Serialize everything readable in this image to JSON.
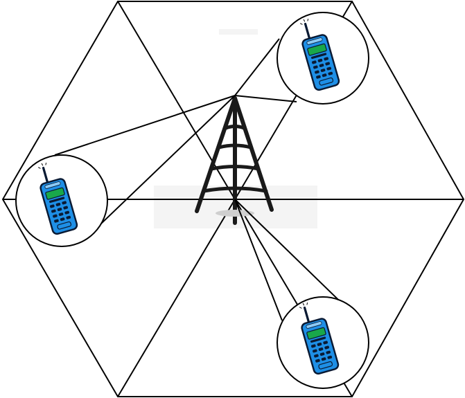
{
  "diagram": {
    "cell_shape": "hexagon",
    "sectors": 6,
    "tower_icon": "cell-tower-icon",
    "phone_icon": "mobile-phone-icon",
    "phones": [
      {
        "id": "top-right"
      },
      {
        "id": "left"
      },
      {
        "id": "bottom-right"
      }
    ],
    "colors": {
      "outline": "#000000",
      "background": "#ffffff",
      "phone_body": "#1e8fe6",
      "phone_screen": "#19a84a",
      "phone_outline": "#0a1a33",
      "tower": "#1a1a1a"
    }
  }
}
